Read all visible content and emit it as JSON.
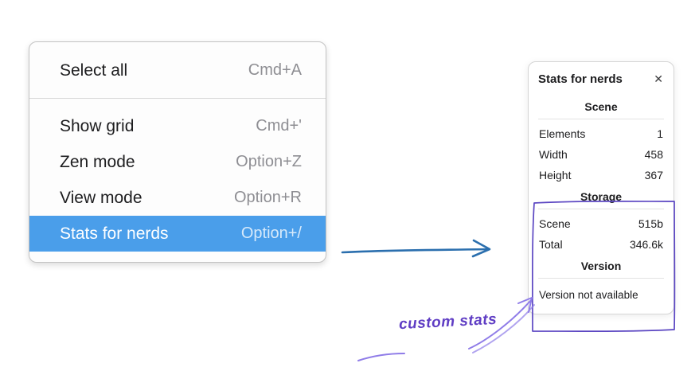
{
  "menu": {
    "items": [
      {
        "label": "Select all",
        "shortcut": "Cmd+A",
        "selected": false
      },
      {
        "label": "Show grid",
        "shortcut": "Cmd+'",
        "selected": false
      },
      {
        "label": "Zen mode",
        "shortcut": "Option+Z",
        "selected": false
      },
      {
        "label": "View mode",
        "shortcut": "Option+R",
        "selected": false
      },
      {
        "label": "Stats for nerds",
        "shortcut": "Option+/",
        "selected": true
      }
    ]
  },
  "panel": {
    "title": "Stats for nerds",
    "icons": {
      "close": "✕"
    },
    "sections": [
      {
        "heading": "Scene",
        "rows": [
          {
            "label": "Elements",
            "value": "1"
          },
          {
            "label": "Width",
            "value": "458"
          },
          {
            "label": "Height",
            "value": "367"
          }
        ]
      },
      {
        "heading": "Storage",
        "rows": [
          {
            "label": "Scene",
            "value": "515b"
          },
          {
            "label": "Total",
            "value": "346.6k"
          }
        ]
      },
      {
        "heading": "Version",
        "rows": [],
        "note": "Version not available"
      }
    ]
  },
  "annotations": {
    "custom_stats_label": "custom stats"
  },
  "colors": {
    "menu_highlight_blue": "#4a9eea",
    "arrow_blue": "#2b6fae",
    "annotation_box_purple": "#5b46c2",
    "annotation_arrow_purple": "#8f7ce8",
    "annotation_text_purple": "#5f3dc4"
  }
}
